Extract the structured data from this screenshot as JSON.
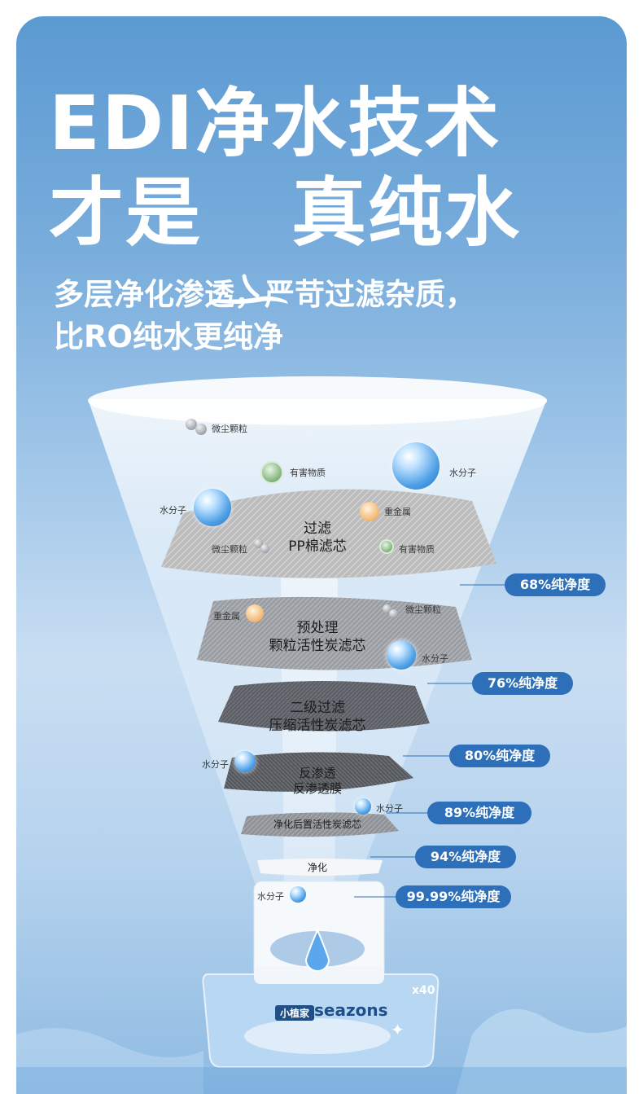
{
  "headline": {
    "line1": "EDI净水技术",
    "line2_left": "才是",
    "line2_right": "真纯水"
  },
  "subtitle": {
    "line1": "多层净化渗透，严苛过滤杂质，",
    "line2": "比RO纯水更纯净"
  },
  "layers": [
    {
      "label_1": "过滤",
      "label_2": "PP棉滤芯"
    },
    {
      "label_1": "预处理",
      "label_2": "颗粒活性炭滤芯"
    },
    {
      "label_1": "二级过滤",
      "label_2": "压缩活性炭滤芯"
    },
    {
      "label_1": "反渗透",
      "label_2": "反渗透膜"
    },
    {
      "label_1": "净化后置活性炭滤芯"
    },
    {
      "label_1": "净化"
    }
  ],
  "particle_tags": {
    "dust": "微尘颗粒",
    "harmful": "有害物质",
    "water": "水分子",
    "metal": "重金属"
  },
  "purity_badges": [
    "68%纯净度",
    "76%纯净度",
    "80%纯净度",
    "89%纯净度",
    "94%纯净度",
    "99.99%纯净度"
  ],
  "product": {
    "brand_cn": "小植家",
    "brand_en": "seazons",
    "count": "x40"
  },
  "colors": {
    "badge": "#2d6fb8",
    "background_top": "#5b9ad2",
    "background_mid": "#c9def2"
  }
}
